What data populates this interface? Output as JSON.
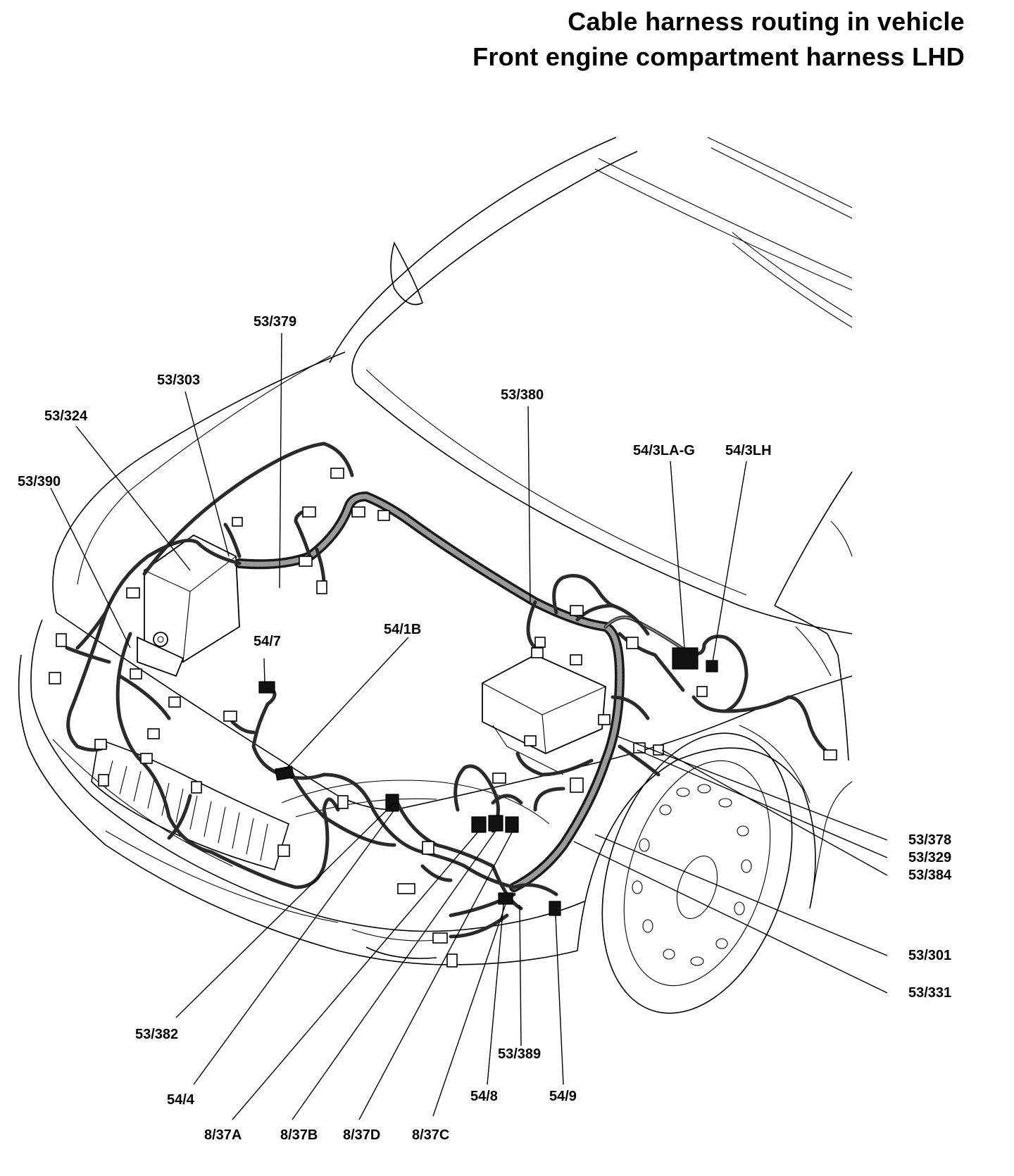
{
  "title": {
    "line1": "Cable harness routing in vehicle",
    "line2": "Front engine compartment harness LHD"
  },
  "labels": {
    "l_53_379": "53/379",
    "l_53_303": "53/303",
    "l_53_324": "53/324",
    "l_53_390": "53/390",
    "l_53_380": "53/380",
    "l_54_3la_g": "54/3LA-G",
    "l_54_3lh": "54/3LH",
    "l_54_7": "54/7",
    "l_54_1b": "54/1B",
    "l_53_378": "53/378",
    "l_53_329": "53/329",
    "l_53_384": "53/384",
    "l_53_301": "53/301",
    "l_53_331": "53/331",
    "l_53_382": "53/382",
    "l_54_4": "54/4",
    "l_8_37a": "8/37A",
    "l_8_37b": "8/37B",
    "l_8_37d": "8/37D",
    "l_8_37c": "8/37C",
    "l_53_389": "53/389",
    "l_54_8": "54/8",
    "l_54_9": "54/9"
  }
}
